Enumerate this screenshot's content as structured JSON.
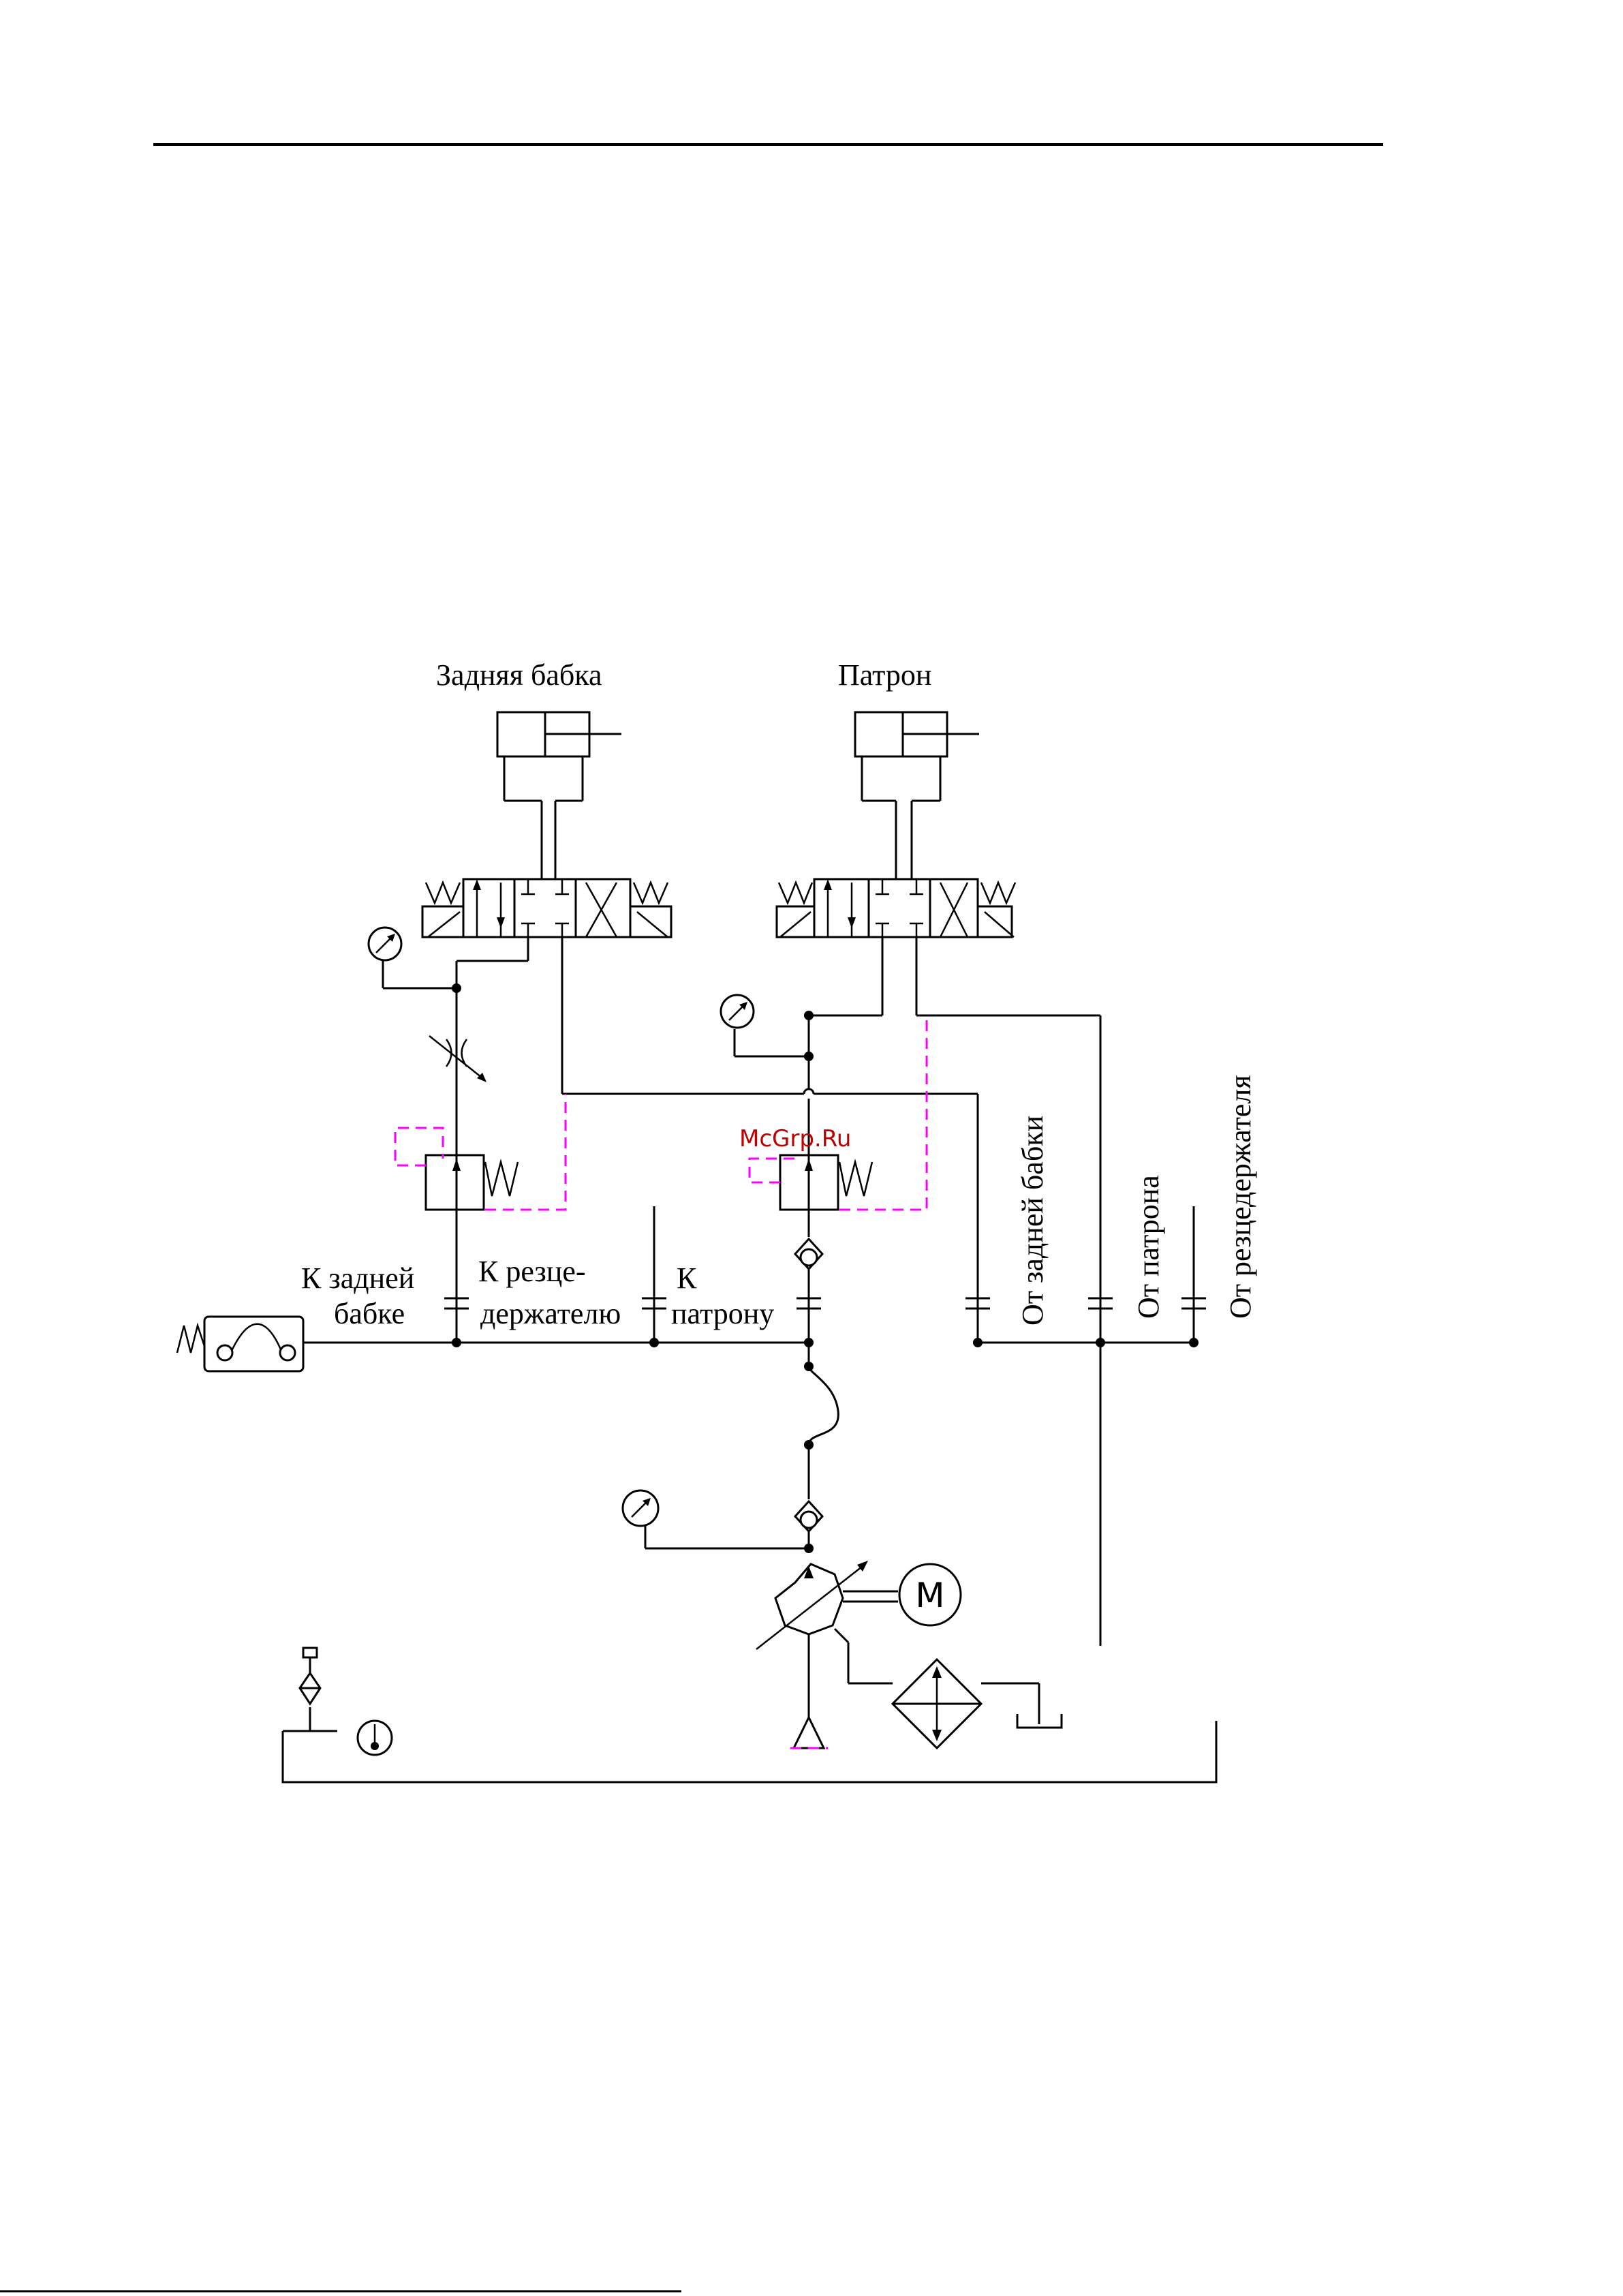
{
  "labels": {
    "tailstock": "Задняя бабка",
    "chuck": "Патрон",
    "to_tailstock_line1": "К задней",
    "to_tailstock_line2": "бабке",
    "to_toolholder_line1": "К резце-",
    "to_toolholder_line2": "держателю",
    "to_chuck_line1": "К",
    "to_chuck_line2": "патрону",
    "from_tailstock": "От задней бабки",
    "from_chuck": "От патрона",
    "from_toolholder": "От резцедержателя",
    "motor": "M"
  },
  "watermark": "McGrp.Ru",
  "colors": {
    "lines": "#000000",
    "pilot_lines": "#ff00ff",
    "watermark": "#c00000"
  }
}
